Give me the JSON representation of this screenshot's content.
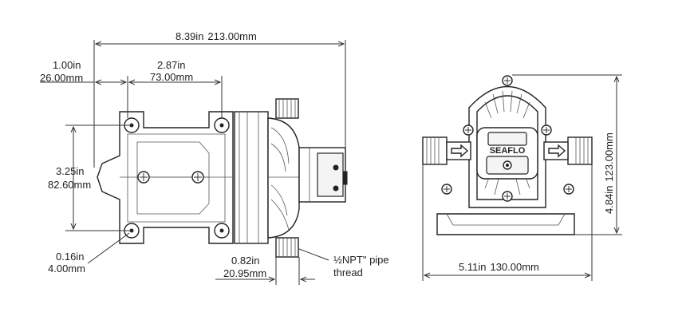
{
  "dimensions": {
    "overall_length": {
      "in": "8.39in",
      "mm": "213.00mm"
    },
    "mount_offset": {
      "in": "1.00in",
      "mm": "26.00mm"
    },
    "mount_spacing_x": {
      "in": "2.87in",
      "mm": "73.00mm"
    },
    "mount_spacing_y": {
      "in": "3.25in",
      "mm": "82.60mm"
    },
    "hole_diameter": {
      "in": "0.16in",
      "mm": "4.00mm"
    },
    "port_length": {
      "in": "0.82in",
      "mm": "20.95mm"
    },
    "thread": {
      "line1": "½NPT\" pipe",
      "line2": "thread"
    },
    "front_width": {
      "in": "5.11in",
      "mm": "130.00mm"
    },
    "front_height": {
      "in": "4.84in",
      "mm": "123.00mm"
    }
  },
  "brand": "SEAFLO",
  "icons": [
    "flow-arrow-icon",
    "screw-icon",
    "mounting-hole-icon"
  ]
}
